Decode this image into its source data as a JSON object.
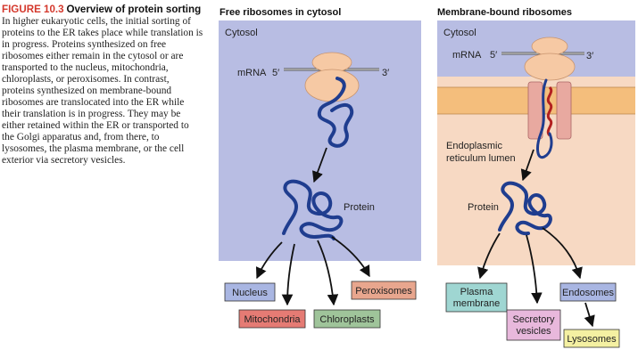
{
  "caption": {
    "figure_label": "FIGURE 10.3",
    "heading": "Overview of protein sorting",
    "body": "In higher eukaryotic cells, the initial sorting of proteins to the ER takes place while translation is in progress. Proteins synthesized on free ribosomes either remain in the cytosol or are transported to the nucleus, mitochondria, chloroplasts, or peroxisomes. In contrast, proteins synthesized on membrane-bound ribosomes are translocated into the ER while their translation is in progress. They may be either retained within the ER or transported to the Golgi apparatus and, from there, to lysosomes, the plasma membrane, or the cell exterior via secretory vesicles."
  },
  "left_panel": {
    "title": "Free ribosomes in cytosol",
    "cytosol_label": "Cytosol",
    "mrna_label": "mRNA",
    "five_prime": "5′",
    "three_prime": "3′",
    "protein_label": "Protein",
    "destinations": [
      {
        "label": "Nucleus",
        "color": "#a9b6e2"
      },
      {
        "label": "Mitochondria",
        "color": "#e57b74"
      },
      {
        "label": "Chloroplasts",
        "color": "#9fc49a"
      },
      {
        "label": "Peroxisomes",
        "color": "#e8a68e"
      }
    ]
  },
  "right_panel": {
    "title": "Membrane-bound ribosomes",
    "cytosol_label": "Cytosol",
    "mrna_label": "mRNA",
    "five_prime": "5′",
    "three_prime": "3′",
    "er_label_line1": "Endoplasmic",
    "er_label_line2": "reticulum lumen",
    "protein_label": "Protein",
    "destinations": [
      {
        "label_line1": "Plasma",
        "label_line2": "membrane",
        "color": "#9fd6d2"
      },
      {
        "label_line1": "Secretory",
        "label_line2": "vesicles",
        "color": "#e8b8dc"
      },
      {
        "label_line1": "Endosomes",
        "label_line2": "",
        "color": "#a9b6e2"
      },
      {
        "label_line1": "Lysosomes",
        "label_line2": "",
        "color": "#f4f0a2"
      }
    ]
  },
  "colors": {
    "cytosol_fill": "#b8bde3",
    "lumen_fill": "#f7d9c3",
    "membrane_fill": "#f4be7c",
    "ribosome_fill": "#f6c9a4",
    "protein_stroke": "#1f3d8f",
    "arrow": "#111111"
  }
}
